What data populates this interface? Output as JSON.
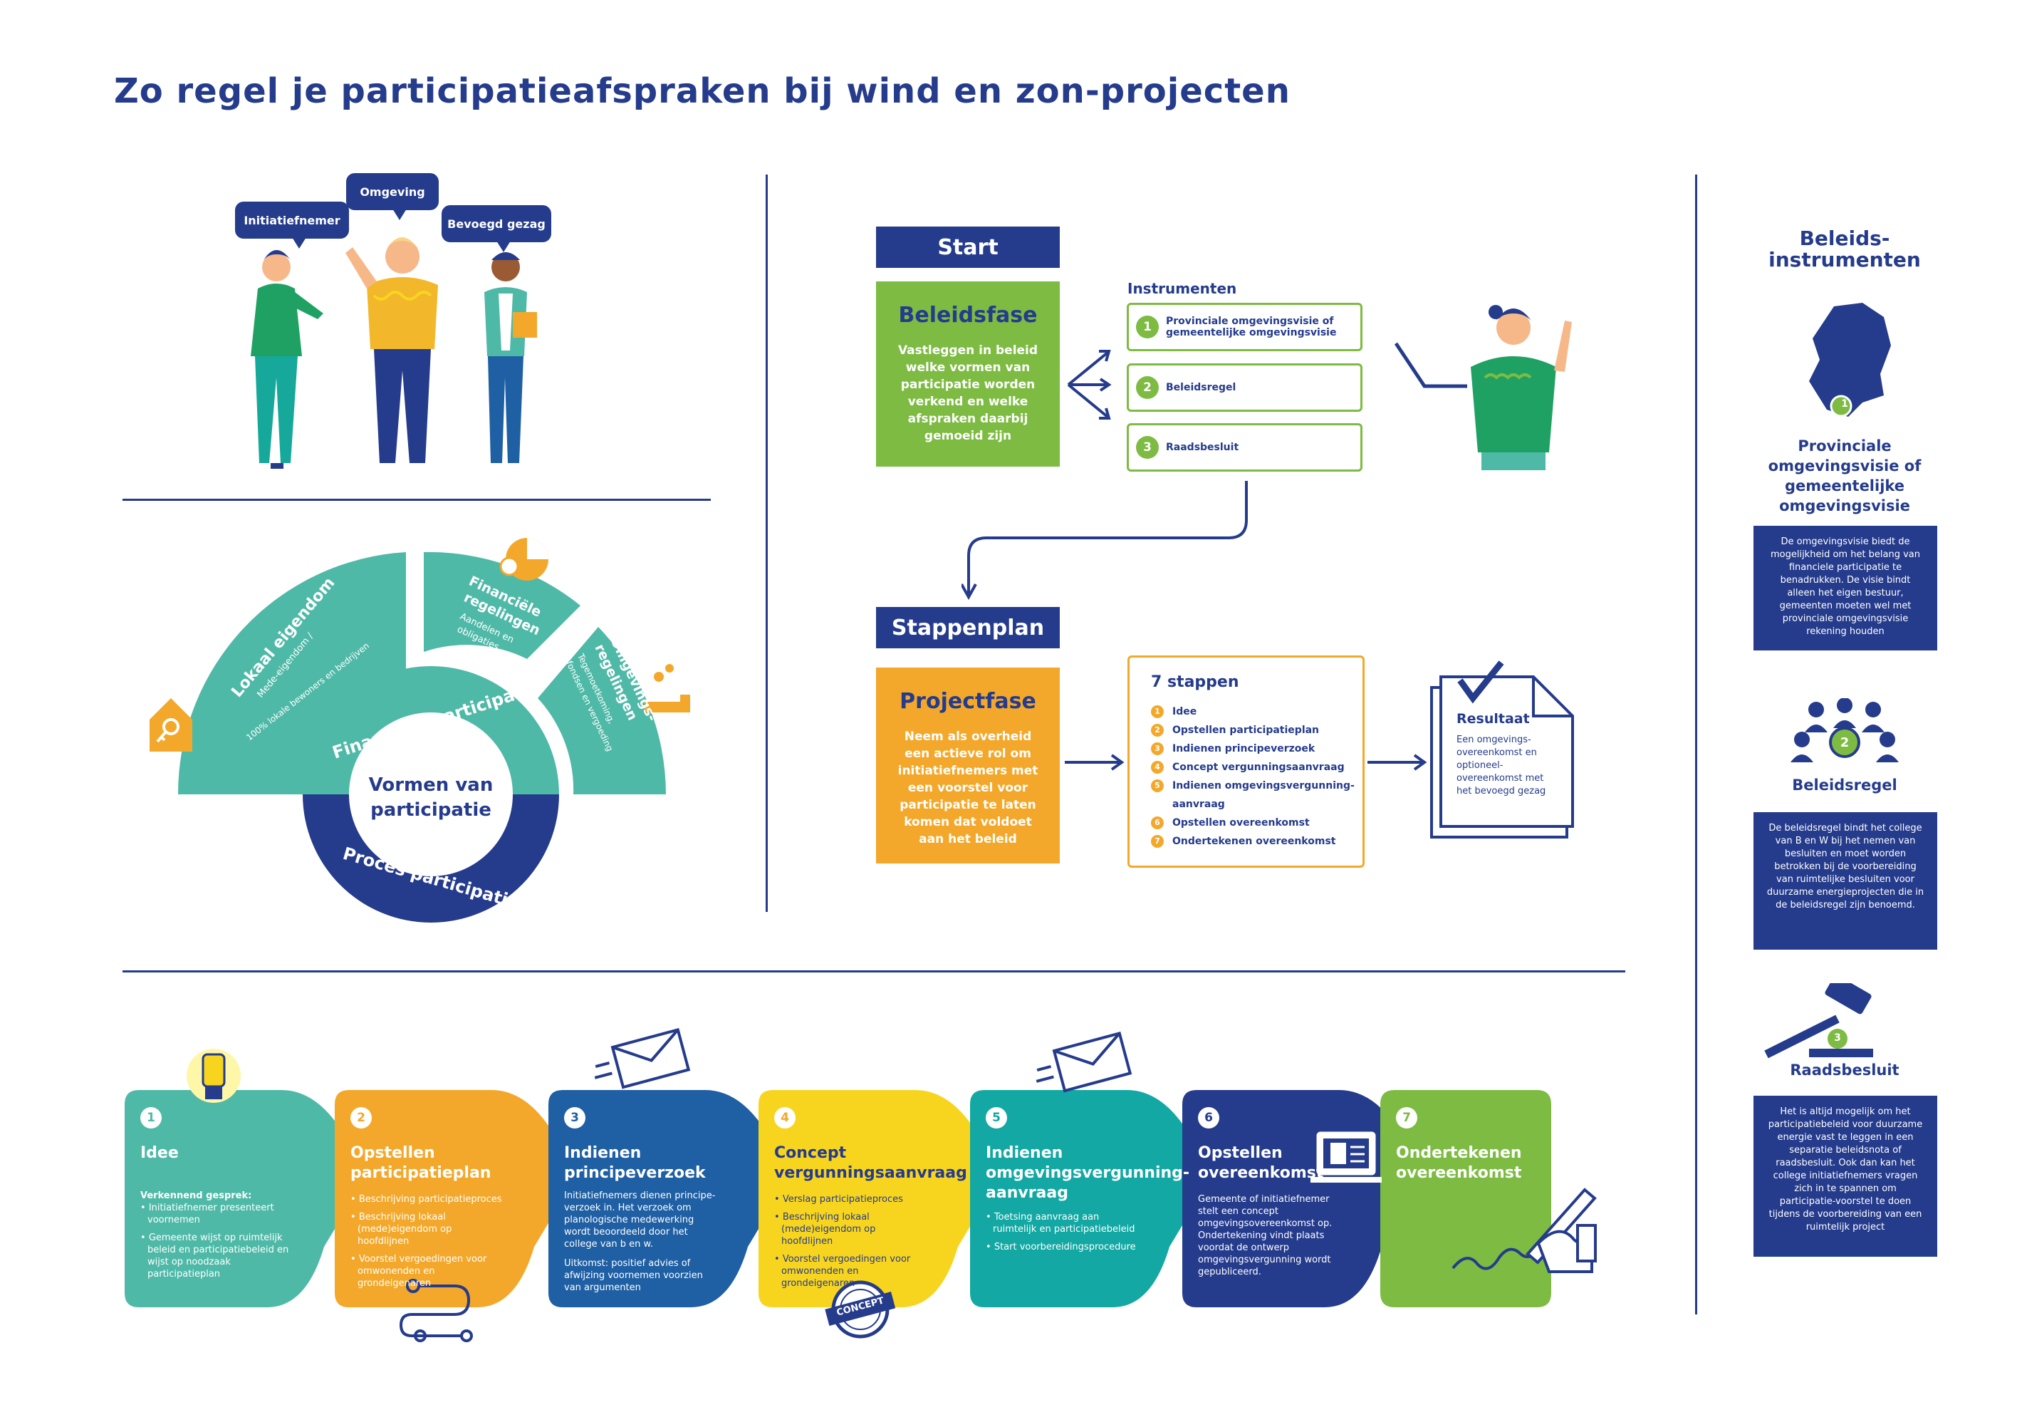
{
  "title": "Zo regel je participatieafspraken bij wind en zon-projecten",
  "colors": {
    "navy": "#253b8c",
    "teal": "#4fb9a7",
    "green": "#7dbb42",
    "orange": "#f3a82b",
    "yellow": "#f7d51f",
    "blue": "#1f5fa3",
    "cyan": "#13a8a3"
  },
  "bubbles": {
    "initiatiefnemer": "Initiatiefnemer",
    "omgeving": "Omgeving",
    "bevoegd": "Bevoegd gezag"
  },
  "participation": {
    "lokaal_title": "Lokaal eigendom",
    "lokaal_sub1": "Mede-eigendom /",
    "lokaal_sub2": "100% lokale bewoners en bedrijven",
    "fin_title1": "Financiële",
    "fin_title2": "regelingen",
    "fin_sub1": "Aandelen en",
    "fin_sub2": "obligaties",
    "omg_title1": "Omgevings-",
    "omg_title2": "regelingen",
    "omg_sub1": "Tegemoetkoming,",
    "omg_sub2": "fondsen en vergoeding",
    "financiele": "Financiële participatie",
    "vormen1": "Vormen van",
    "vormen2": "participatie",
    "proces": "Proces participatie"
  },
  "flow": {
    "start": "Start",
    "beleidsfase_title": "Beleidsfase",
    "beleidsfase_text": "Vastleggen in beleid welke vormen van participatie worden verkend en welke afspraken daarbij gemoeid zijn",
    "instrumenten_label": "Instrumenten",
    "instrumenten": [
      {
        "num": "1",
        "label": "Provinciale omgevingsvisie of gemeentelijke omgevingsvisie"
      },
      {
        "num": "2",
        "label": "Beleidsregel"
      },
      {
        "num": "3",
        "label": "Raadsbesluit"
      }
    ],
    "stappenplan": "Stappenplan",
    "projectfase_title": "Projectfase",
    "projectfase_text": "Neem als overheid een actieve rol om initiatiefnemers met een voorstel voor participatie te laten komen dat voldoet aan het beleid",
    "steps_title": "7 stappen",
    "steps": [
      {
        "num": "1",
        "label": "Idee"
      },
      {
        "num": "2",
        "label": "Opstellen participatieplan"
      },
      {
        "num": "3",
        "label": "Indienen principeverzoek"
      },
      {
        "num": "4",
        "label": "Concept vergunningsaanvraag"
      },
      {
        "num": "5",
        "label": "Indienen omgevingsvergunning-aanvraag"
      },
      {
        "num": "6",
        "label": "Opstellen overeenkomst"
      },
      {
        "num": "7",
        "label": "Ondertekenen overeenkomst"
      }
    ],
    "resultaat_title": "Resultaat",
    "resultaat_text": "Een omgevings-overeenkomst en optioneel-overeenkomst met het bevoegd gezag"
  },
  "side": {
    "title": "Beleids-instrumenten",
    "items": [
      {
        "num": "1",
        "title": "Provinciale omgevingsvisie of gemeentelijke omgevingsvisie",
        "text": "De omgevingsvisie biedt de mogelijkheid om het belang van financiele participatie te benadrukken. De visie bindt alleen het eigen bestuur, gemeenten moeten wel met provinciale omgevingsvisie rekening houden"
      },
      {
        "num": "2",
        "title": "Beleidsregel",
        "text": "De beleidsregel bindt het college van B en W bij het nemen van besluiten en moet worden betrokken bij de voorbereiding van ruimtelijke besluiten voor duurzame energieprojecten die in de beleidsregel zijn benoemd."
      },
      {
        "num": "3",
        "title": "Raadsbesluit",
        "text": "Het is altijd mogelijk om het participatiebeleid voor duurzame energie vast te leggen in een separatie beleidsnota of raadsbesluit. Ook dan kan het college initiatiefnemers vragen zich in te spannen om participatie-voorstel te doen tijdens de voorbereiding van een ruimtelijk project"
      }
    ]
  },
  "cards": [
    {
      "num": "1",
      "title": "Idee",
      "intro": "Verkennend gesprek:",
      "bullets": [
        "Initiatiefnemer presenteert voornemen",
        "Gemeente wijst op ruimtelijk beleid en participatiebeleid en wijst op noodzaak participatieplan"
      ]
    },
    {
      "num": "2",
      "title": "Opstellen participatieplan",
      "bullets": [
        "Beschrijving participatieproces",
        "Beschrijving lokaal (mede)eigendom op hoofdlijnen",
        "Voorstel vergoedingen voor omwonenden en grondeigenaren"
      ]
    },
    {
      "num": "3",
      "title": "Indienen principeverzoek",
      "text": "Initiatiefnemers dienen principe-verzoek in. Het verzoek om planologische medewerking wordt beoordeeld door het college van b en w.",
      "uitkomst": "Uitkomst: positief advies of afwijzing voornemen voorzien van argumenten"
    },
    {
      "num": "4",
      "title": "Concept vergunningsaanvraag",
      "bullets": [
        "Verslag participatieproces",
        "Beschrijving lokaal (mede)eigendom op hoofdlijnen",
        "Voorstel vergoedingen voor omwonenden en grondeigenaren"
      ],
      "stamp": "CONCEPT"
    },
    {
      "num": "5",
      "title": "Indienen omgevingsvergunning-aanvraag",
      "bullets": [
        "Toetsing aanvraag aan ruimtelijk en participatiebeleid",
        "Start voorbereidingsprocedure"
      ]
    },
    {
      "num": "6",
      "title": "Opstellen overeenkomst",
      "text": "Gemeente of initiatiefnemer stelt een concept omgevingsovereenkomst op. Ondertekening vindt plaats voordat de ontwerp omgevingsvergunning wordt gepubliceerd."
    },
    {
      "num": "7",
      "title": "Ondertekenen overeenkomst"
    }
  ]
}
